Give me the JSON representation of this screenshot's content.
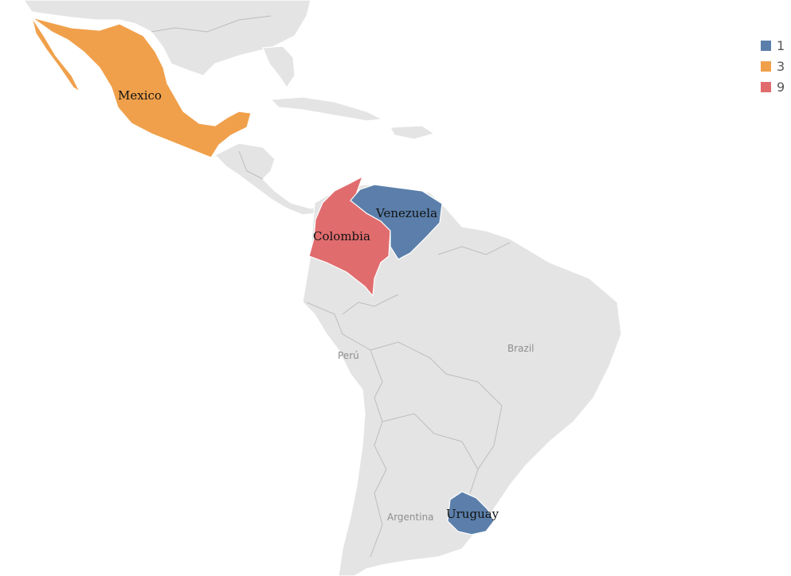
{
  "colors": {
    "land": "#e4e4e4",
    "border": "#bdbdbd",
    "water": "#ffffff"
  },
  "legend": [
    {
      "label": "1",
      "color": "#5b7faa"
    },
    {
      "label": "3",
      "color": "#f0a04b"
    },
    {
      "label": "9",
      "color": "#e06c6e"
    }
  ],
  "countries": {
    "mexico": {
      "label": "Mexico",
      "value": 3,
      "color": "#f0a04b"
    },
    "venezuela": {
      "label": "Venezuela",
      "value": 1,
      "color": "#5b7faa"
    },
    "colombia": {
      "label": "Colombia",
      "value": 9,
      "color": "#e06c6e"
    },
    "uruguay": {
      "label": "Uruguay",
      "value": 1,
      "color": "#5b7faa"
    }
  },
  "basemap_labels": {
    "peru": "Perú",
    "brazil": "Brazil",
    "argentina": "Argentina"
  }
}
